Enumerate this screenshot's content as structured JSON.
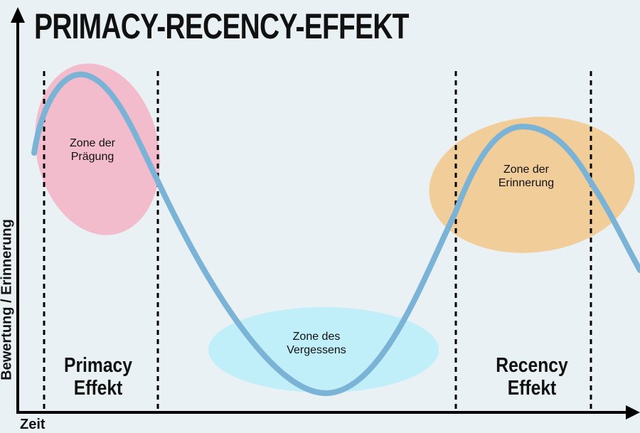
{
  "title": "PRIMACY-RECENCY-EFFEKT",
  "axes": {
    "y_label": "Bewertung / Erinnerung",
    "x_label": "Zeit"
  },
  "zones": [
    {
      "line1": "Zone der",
      "line2": "Prägung",
      "color": "#f4b6c8"
    },
    {
      "line1": "Zone des",
      "line2": "Vergessens",
      "color": "#bdeefa"
    },
    {
      "line1": "Zone der",
      "line2": "Erinnerung",
      "color": "#f2c98f"
    }
  ],
  "effects": [
    {
      "line1": "Primacy",
      "line2": "Effekt"
    },
    {
      "line1": "Recency",
      "line2": "Effekt"
    }
  ],
  "colors": {
    "curve": "#7ab3d6",
    "axis": "#000000",
    "background": "#e9f1f4"
  }
}
